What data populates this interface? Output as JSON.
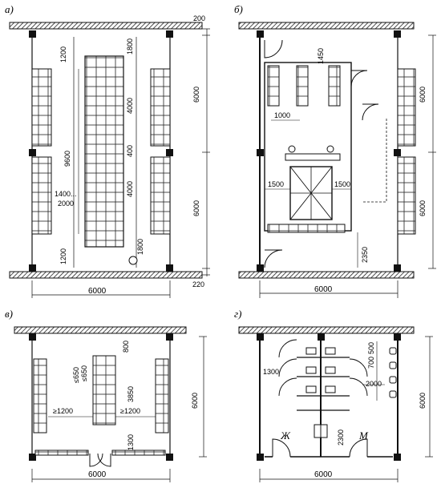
{
  "plan_a": {
    "label": "а)",
    "dims": {
      "top_wall": "200",
      "top_gap_left": "1200",
      "top_gap_mid": "1800",
      "bay_upper": "6000",
      "bay_lower": "6000",
      "aisle_upper": "4000",
      "aisle_mid": "400",
      "aisle_lower": "4000",
      "overall_left": "9600",
      "row_spacing": "1400...",
      "row_spacing_b": "2000",
      "bottom_gap_left": "1200",
      "bottom_gap_mid": "1800",
      "bottom_wall": "220",
      "width": "6000"
    }
  },
  "plan_b": {
    "label": "б)",
    "dims": {
      "top": "1450",
      "bay_upper": "6000",
      "bay_lower": "6000",
      "locker": "1000",
      "left_gap": "1500",
      "right_gap": "1500",
      "lower": "2350",
      "width": "6000"
    }
  },
  "plan_v": {
    "label": "в)",
    "dims": {
      "top": "800",
      "pitch_a": "≤650",
      "pitch_b": "≤650",
      "depth": "3850",
      "gap_left": "≥1200",
      "gap_right": "≥1200",
      "lower": "1300",
      "height": "6000",
      "width": "6000"
    }
  },
  "plan_g": {
    "label": "г)",
    "dims": {
      "a": "700",
      "b": "500",
      "left": "1300",
      "mid": "2000",
      "lower": "2300",
      "height": "6000",
      "width": "6000"
    },
    "room_women": "Ж",
    "room_men": "М"
  }
}
